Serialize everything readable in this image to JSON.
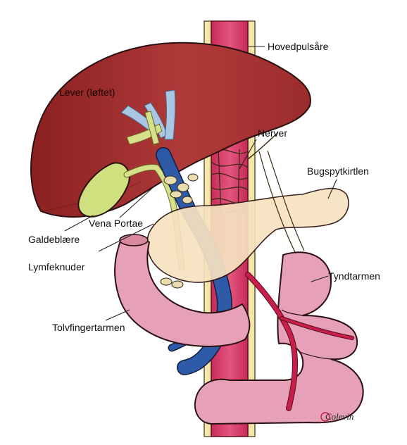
{
  "labels": {
    "aorta": "Hovedpulsåre",
    "liver": "Lever (løftet)",
    "nerves": "Nerver",
    "pancreas": "Bugspytkirtlen",
    "portal_vein": "Vena Portae",
    "gallbladder": "Galdeblære",
    "lymph_nodes": "Lymfeknuder",
    "small_intestine": "Tyndtarmen",
    "duodenum": "Tolvfingertarmen"
  },
  "signature": "Colevin",
  "colors": {
    "liver": "#b03a3a",
    "liver_dark": "#8e2424",
    "aorta": "#d9386a",
    "spine": "#f3e6a6",
    "portal_vein": "#2f5aa8",
    "bile_duct": "#d6e08a",
    "gallbladder": "#cfe07e",
    "pancreas": "#f6e2c0",
    "intestine": "#e6a1b8",
    "artery": "#c81e4a"
  }
}
